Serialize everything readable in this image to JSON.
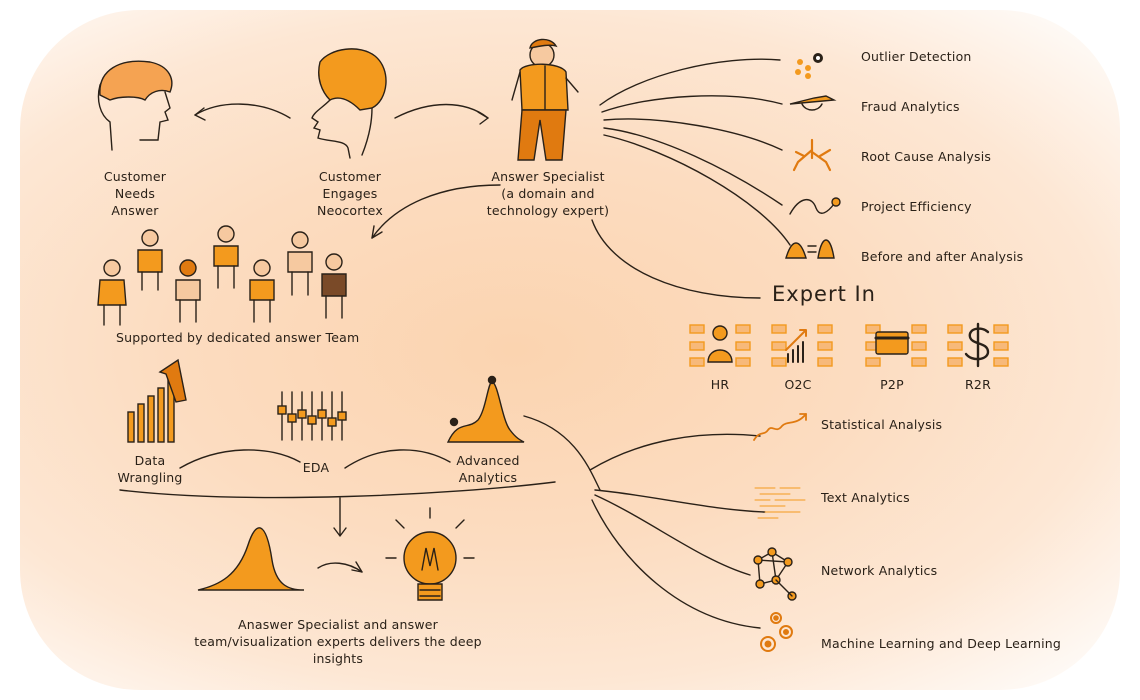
{
  "flow": {
    "customer_needs": "Customer\nNeeds\nAnswer",
    "customer_engages": "Customer\nEngages\nNeocortex",
    "answer_specialist": "Answer Specialist\n(a domain and\ntechnology expert)",
    "team": "Supported by dedicated answer Team"
  },
  "specialist_branches": [
    {
      "label": "Outlier Detection",
      "icon": "outlier-dots-icon"
    },
    {
      "label": "Fraud Analytics",
      "icon": "fraud-hat-icon"
    },
    {
      "label": "Root Cause Analysis",
      "icon": "roots-icon"
    },
    {
      "label": "Project Efficiency",
      "icon": "squiggle-line-icon"
    },
    {
      "label": "Before and after Analysis",
      "icon": "before-after-icon"
    }
  ],
  "expert": {
    "title": "Expert In",
    "areas": [
      {
        "label": "HR",
        "icon": "person-icon"
      },
      {
        "label": "O2C",
        "icon": "growth-chart-icon"
      },
      {
        "label": "P2P",
        "icon": "credit-card-icon"
      },
      {
        "label": "R2R",
        "icon": "dollar-icon"
      }
    ]
  },
  "pipeline": {
    "data_wrangling": "Data\nWrangling",
    "eda": "EDA",
    "advanced_analytics": "Advanced\nAnalytics",
    "insights": "Anaswer Specialist and answer\nteam/visualization experts delivers the deep insights"
  },
  "analytics_branches": [
    {
      "label": "Statistical Analysis",
      "icon": "wave-arrow-icon"
    },
    {
      "label": "Text Analytics",
      "icon": "text-cloud-icon"
    },
    {
      "label": "Network Analytics",
      "icon": "network-icon"
    },
    {
      "label": "Machine Learning and Deep Learning",
      "icon": "gears-icon"
    }
  ],
  "colors": {
    "accent": "#f39a1e",
    "accent_dark": "#e07a10",
    "ink": "#2a2118",
    "skin": "#f6c9a0",
    "background": "#fcdcc0"
  }
}
